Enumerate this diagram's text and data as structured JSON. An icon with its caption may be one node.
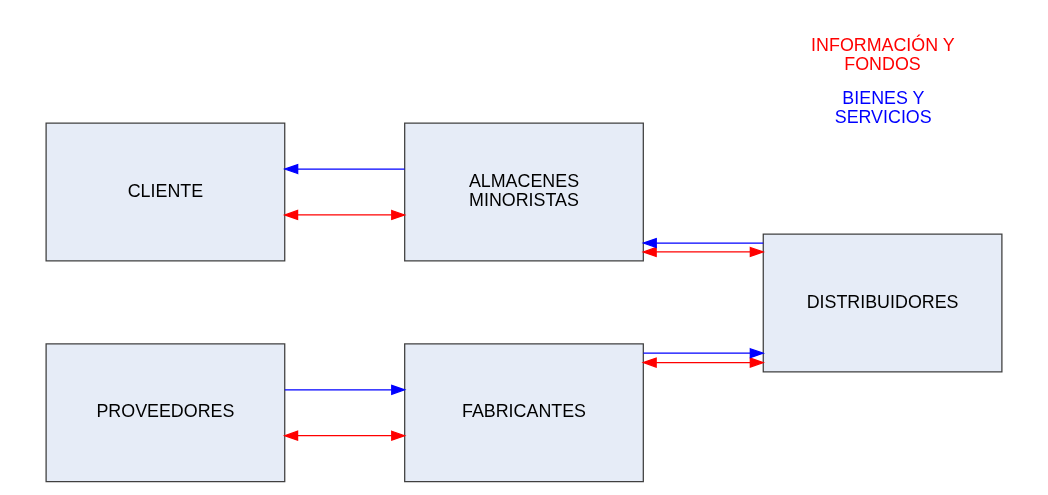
{
  "diagram": {
    "nodes": [
      {
        "text": [
          "CLIENTE"
        ]
      },
      {
        "text": [
          "ALMACENES MINORISTAS"
        ]
      },
      {
        "text": [
          "DISTRIBUIDORES"
        ]
      },
      {
        "text": [
          "PROVEEDORES"
        ]
      },
      {
        "text": [
          "FABRICANTES"
        ]
      }
    ],
    "edges": [
      {
        "from": 1,
        "to": 0,
        "arrow": "to",
        "color": "#0000ff"
      },
      {
        "from": 0,
        "to": 1,
        "arrow": "both",
        "color": "#ff0000"
      },
      {
        "from": 2,
        "to": 1,
        "arrow": "to",
        "color": "#0000ff"
      },
      {
        "from": 1,
        "to": 2,
        "arrow": "both",
        "color": "#ff0000"
      },
      {
        "from": 3,
        "to": 4,
        "arrow": "both",
        "color": "#ff0000"
      },
      {
        "from": 3,
        "to": 4,
        "arrow": "to",
        "color": "#0000ff"
      },
      {
        "from": 4,
        "to": 2,
        "arrow": "both",
        "color": "#ff0000"
      },
      {
        "from": 4,
        "to": 2,
        "arrow": "to",
        "color": "#0000ff"
      }
    ],
    "legend": [
      {
        "text": "INFORMACIÓN Y FONDOS",
        "color": "#ff0000"
      },
      {
        "text": "BIENES Y SERVICIOS",
        "color": "#0000ff"
      }
    ]
  }
}
